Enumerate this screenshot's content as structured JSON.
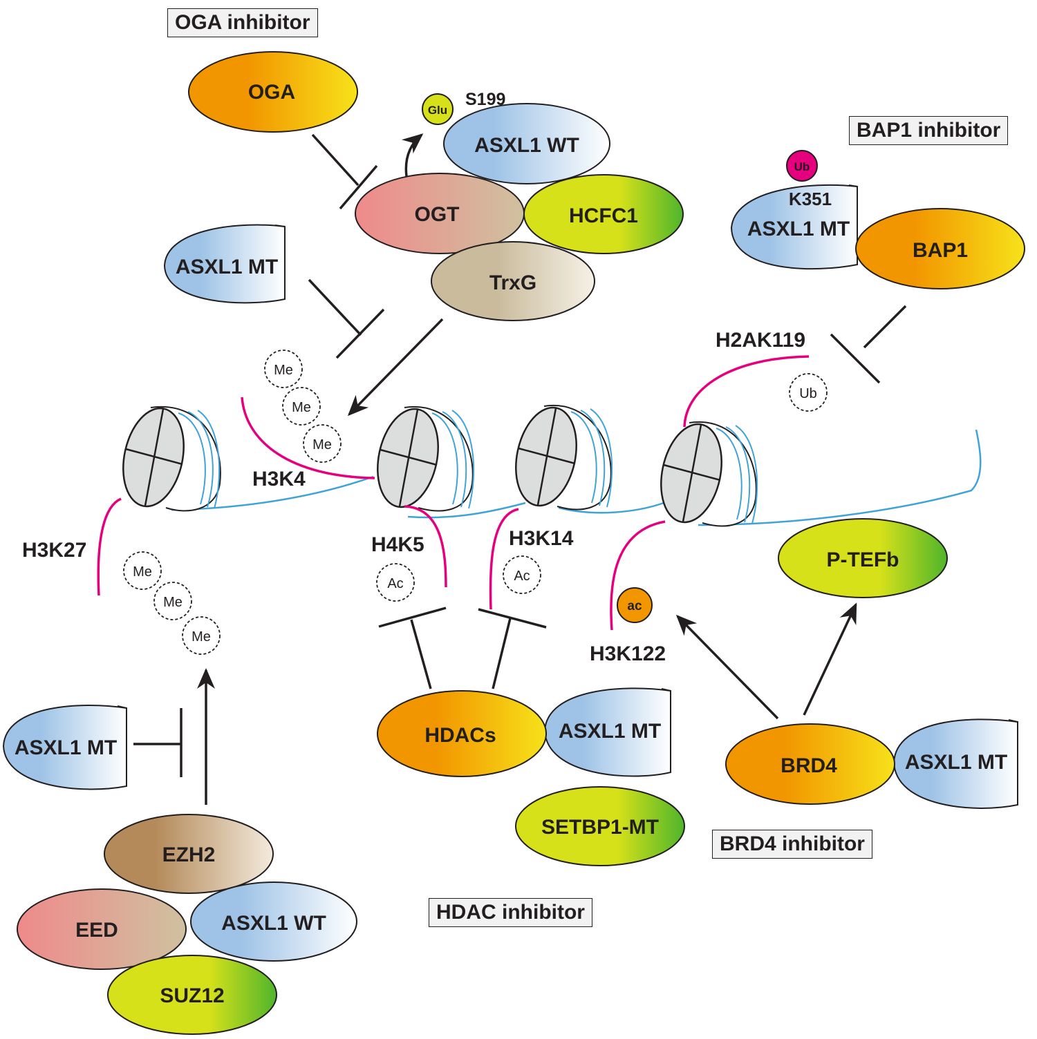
{
  "inhibitors": {
    "oga": "OGA inhibitor",
    "bap1": "BAP1 inhibitor",
    "brd4": "BRD4 inhibitor",
    "hdac": "HDAC inhibitor"
  },
  "proteins": {
    "oga": "OGA",
    "asxl1_wt_top": "ASXL1 WT",
    "ogt": "OGT",
    "hcfc1": "HCFC1",
    "trxg": "TrxG",
    "asxl1_mt_upper_left": "ASXL1 MT",
    "asxl1_mt_bap1": "ASXL1 MT",
    "bap1": "BAP1",
    "p_tefb": "P-TEFb",
    "asxl1_mt_left": "ASXL1 MT",
    "hdacs": "HDACs",
    "asxl1_mt_hdac": "ASXL1 MT",
    "brd4": "BRD4",
    "asxl1_mt_brd4": "ASXL1 MT",
    "setbp1_mt": "SETBP1-MT",
    "ezh2": "EZH2",
    "eed": "EED",
    "asxl1_wt_bottom": "ASXL1 WT",
    "suz12": "SUZ12"
  },
  "sites": {
    "s199": "S199",
    "k351": "K351",
    "h2ak119": "H2AK119",
    "h3k4": "H3K4",
    "h3k27": "H3K27",
    "h4k5": "H4K5",
    "h3k14": "H3K14",
    "h3k122": "H3K122"
  },
  "modifications": {
    "glu": "Glu",
    "ub_solid": "Ub",
    "ac_solid": "ac",
    "me": "Me",
    "ac": "Ac",
    "ub": "Ub"
  },
  "colors": {
    "orange": "#f29600",
    "yellow": "#f5dd10",
    "blue": "#9ec3e6",
    "green": "#5fba2a",
    "lime": "#d7e11a",
    "salmon": "#ef8a8a",
    "tan": "#c9bb9c",
    "brown": "#b48a5a",
    "magenta": "#e6007e",
    "dna": "#3fa3d8"
  }
}
